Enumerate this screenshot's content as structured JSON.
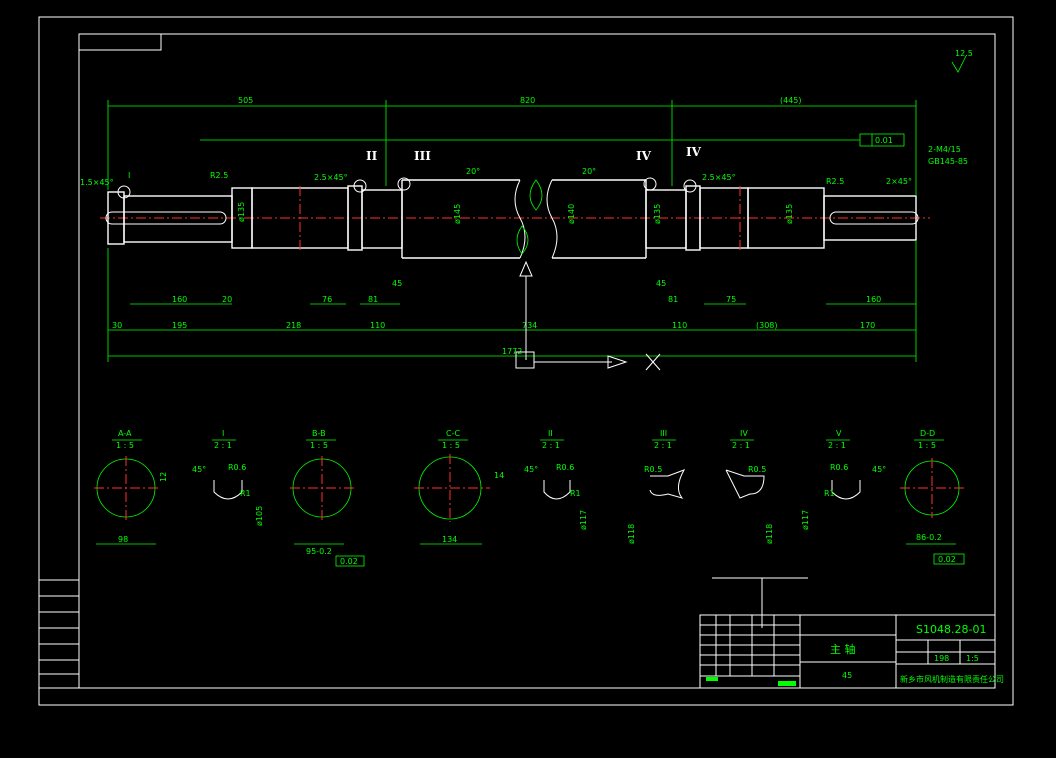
{
  "drawing": {
    "surface_finish": "12.5",
    "dims_top": {
      "left": "505",
      "mid": "820",
      "right": "(445)"
    },
    "dims_bottom_row1": [
      "30",
      "195",
      "218",
      "110",
      "734",
      "110",
      "(308)",
      "170"
    ],
    "dims_bottom_row2": [
      "160",
      "20",
      "76",
      "81",
      "45",
      "45",
      "81",
      "75",
      "160"
    ],
    "total_length": "1772",
    "chamfer_left": "1.5×45°",
    "chamfer_mid_left": "2.5×45°",
    "chamfer_mid_right": "2.5×45°",
    "chamfer_right": "2×45°",
    "radius_left": "R2.5",
    "radius_right": "R2.5",
    "thread_note": "2-M4/15",
    "std_note": "GB145-85",
    "tolerance_box": "0.01",
    "angle_left": "20°",
    "angle_right": "20°",
    "roman": [
      "I",
      "II",
      "III",
      "IV",
      "IV"
    ],
    "dia_labels": [
      "ø135",
      "ø145",
      "ø140",
      "ø135",
      "ø135"
    ]
  },
  "sections": [
    {
      "title": "A-A",
      "scale": "1 : 5",
      "dims": [
        "12",
        "98"
      ]
    },
    {
      "title": "I",
      "scale": "2 : 1",
      "dims": [
        "R0.6",
        "45°",
        "R1",
        "ø105"
      ]
    },
    {
      "title": "B-B",
      "scale": "1 : 5",
      "dims": [
        "95-0.2",
        "0.02"
      ]
    },
    {
      "title": "C-C",
      "scale": "1 : 5",
      "dims": [
        "134",
        "14"
      ]
    },
    {
      "title": "II",
      "scale": "2 : 1",
      "dims": [
        "R0.6",
        "45°",
        "R1",
        "ø117"
      ]
    },
    {
      "title": "III",
      "scale": "2 : 1",
      "dims": [
        "R0.5",
        "ø118"
      ]
    },
    {
      "title": "IV",
      "scale": "2 : 1",
      "dims": [
        "R0.5",
        "ø118"
      ]
    },
    {
      "title": "V",
      "scale": "2 : 1",
      "dims": [
        "R0.6",
        "45°",
        "R1",
        "ø117"
      ]
    },
    {
      "title": "D-D",
      "scale": "1 : 5",
      "dims": [
        "86-0.2",
        "0.02"
      ]
    }
  ],
  "title_block": {
    "drawing_no": "S1048.28-01",
    "part_name": "主 轴",
    "material": "45",
    "company": "新乡市风机制造有限责任公司",
    "weight": "198",
    "scale": "1:5"
  },
  "colors": {
    "line": "#ffffff",
    "dim": "#00ff00",
    "center": "#ff3030"
  }
}
